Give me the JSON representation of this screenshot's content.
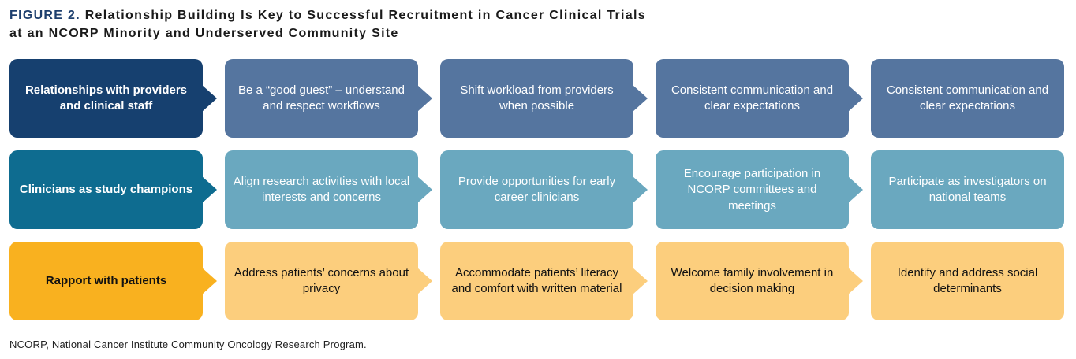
{
  "colors": {
    "figure_label": "#1d3f6e",
    "row1_header": "#16406f",
    "row1_item": "#55759f",
    "row2_header": "#0e6c90",
    "row2_item": "#6aa8bf",
    "row3_header": "#f9b11f",
    "row3_item": "#fcce7d",
    "text_light": "#ffffff",
    "text_dark": "#111111"
  },
  "header": {
    "figure_label": "FIGURE 2.",
    "title_line1": "Relationship Building Is Key to Successful Recruitment in Cancer Clinical Trials",
    "title_line2": "at an NCORP Minority and Underserved Community Site"
  },
  "rows": [
    {
      "header": "Relationships with providers and clinical staff",
      "items": [
        "Be a “good guest” – understand and respect workflows",
        "Shift workload from providers when possible",
        "Consistent communication and clear expectations",
        "Consistent communication and clear expectations"
      ]
    },
    {
      "header": "Clinicians as study champions",
      "items": [
        "Align research activities with local interests and concerns",
        "Provide opportunities for early career clinicians",
        "Encourage participation in NCORP committees and meetings",
        "Participate as investigators on national teams"
      ]
    },
    {
      "header": "Rapport with patients",
      "items": [
        "Address patients’ concerns about privacy",
        "Accommodate patients’ literacy and comfort with written material",
        "Welcome family involvement in decision making",
        "Identify and address social determinants"
      ]
    }
  ],
  "footnote": "NCORP, National Cancer Institute Community Oncology Research Program."
}
